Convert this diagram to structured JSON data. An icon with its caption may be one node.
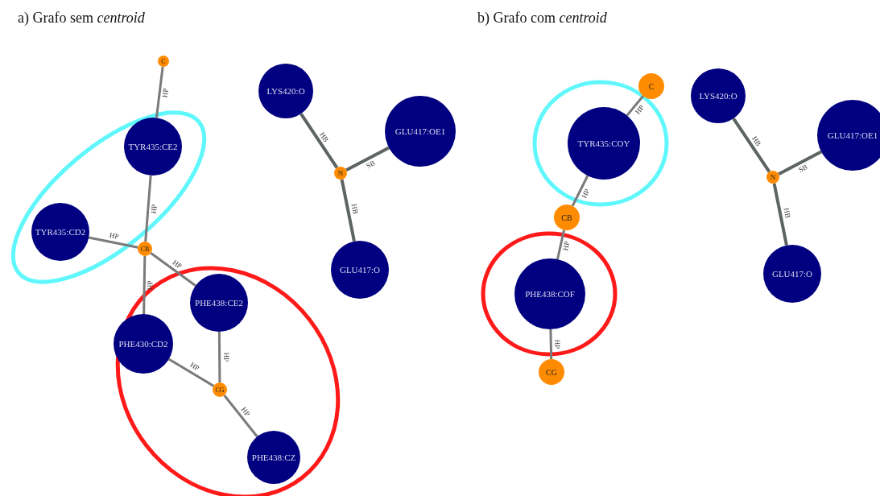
{
  "diagram": {
    "nodes": [
      {
        "text": [
          "C"
        ]
      },
      {
        "text": [
          "TYR435:CE2"
        ]
      },
      {
        "text": [
          "TYR435:CD2"
        ]
      },
      {
        "text": [
          "CB"
        ]
      },
      {
        "text": [
          "PHE438:CE2"
        ]
      },
      {
        "text": [
          "PHE430:CD2"
        ]
      },
      {
        "text": [
          "CG"
        ]
      },
      {
        "text": [
          "PHE438:CZ"
        ]
      },
      {
        "text": [
          "LYS420:O"
        ]
      },
      {
        "text": [
          "GLU417:OE1"
        ]
      },
      {
        "text": [
          "N"
        ]
      },
      {
        "text": [
          "GLU417:O"
        ]
      },
      {
        "text": [
          "C"
        ]
      },
      {
        "text": [
          "TYR435:COY"
        ]
      },
      {
        "text": [
          "CB"
        ]
      },
      {
        "text": [
          "PHE438:COF"
        ]
      },
      {
        "text": [
          "CG"
        ]
      },
      {
        "text": [
          "LYS420:O"
        ]
      },
      {
        "text": [
          "GLU417:OE1"
        ]
      },
      {
        "text": [
          "N"
        ]
      },
      {
        "text": [
          "GLU417:O"
        ]
      }
    ],
    "edges": [
      {
        "from": 0,
        "to": 1,
        "arrow": "none",
        "label": "HP"
      },
      {
        "from": 1,
        "to": 3,
        "arrow": "none",
        "label": "HP"
      },
      {
        "from": 2,
        "to": 3,
        "arrow": "none",
        "label": "HP"
      },
      {
        "from": 3,
        "to": 4,
        "arrow": "none",
        "label": "HP"
      },
      {
        "from": 3,
        "to": 5,
        "arrow": "none",
        "label": "HP"
      },
      {
        "from": 4,
        "to": 6,
        "arrow": "none",
        "label": "HP"
      },
      {
        "from": 5,
        "to": 6,
        "arrow": "none",
        "label": "HP"
      },
      {
        "from": 6,
        "to": 7,
        "arrow": "none",
        "label": "HP"
      },
      {
        "from": 8,
        "to": 10,
        "arrow": "none",
        "label": "HB"
      },
      {
        "from": 9,
        "to": 10,
        "arrow": "none",
        "label": "SB"
      },
      {
        "from": 10,
        "to": 11,
        "arrow": "none",
        "label": "HB"
      },
      {
        "from": 12,
        "to": 13,
        "arrow": "none",
        "label": "HP"
      },
      {
        "from": 13,
        "to": 14,
        "arrow": "none",
        "label": "HP"
      },
      {
        "from": 14,
        "to": 15,
        "arrow": "none",
        "label": "HP"
      },
      {
        "from": 15,
        "to": 16,
        "arrow": "none",
        "label": "HP"
      },
      {
        "from": 17,
        "to": 19,
        "arrow": "none",
        "label": "HB"
      },
      {
        "from": 18,
        "to": 19,
        "arrow": "none",
        "label": "SB"
      },
      {
        "from": 19,
        "to": 20,
        "arrow": "none",
        "label": "HB"
      }
    ],
    "labels": [
      "a) Grafo sem *centroid*",
      "b) Grafo com *centroid*"
    ]
  }
}
